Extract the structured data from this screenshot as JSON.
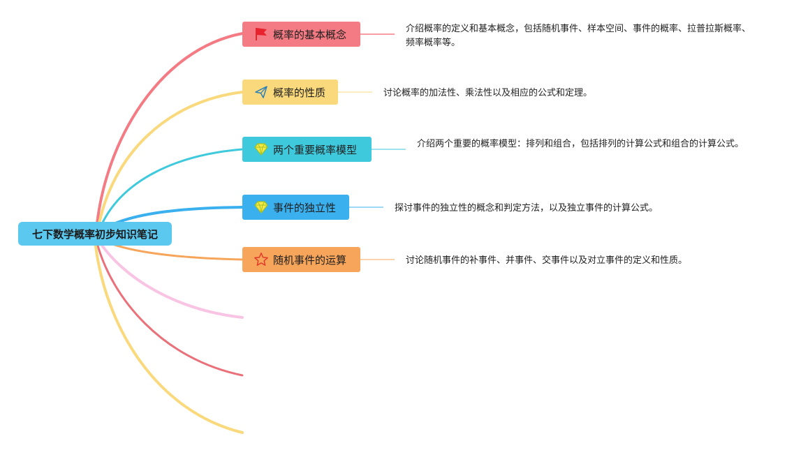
{
  "root": {
    "label": "七下数学概率初步知识笔记",
    "color": "#5bc8f0"
  },
  "topics": [
    {
      "id": "basic",
      "label": "概率的基本概念",
      "icon": "red-flag-icon",
      "color": "#f47b83",
      "description": "介绍概率的定义和基本概念，包括随机事件、样本空间、事件的概率、拉普拉斯概率、频率概率等。"
    },
    {
      "id": "properties",
      "label": "概率的性质",
      "icon": "paper-plane-icon",
      "color": "#f9d97c",
      "description": "讨论概率的加法性、乘法性以及相应的公式和定理。"
    },
    {
      "id": "models",
      "label": "两个重要概率模型",
      "icon": "diamond-icon",
      "color": "#3ec9dc",
      "description": "介绍两个重要的概率模型：排列和组合，包括排列的计算公式和组合的计算公式。"
    },
    {
      "id": "independence",
      "label": "事件的独立性",
      "icon": "diamond-icon",
      "color": "#3bb0ee",
      "description": "探讨事件的独立性的概念和判定方法，以及独立事件的计算公式。"
    },
    {
      "id": "operations",
      "label": "随机事件的运算",
      "icon": "star-icon",
      "color": "#f7a55a",
      "description": "讨论随机事件的补事件、并事件、交事件以及对立事件的定义和性质。"
    }
  ],
  "empty_branch_colors": [
    "#f9c4e3",
    "#ea707a",
    "#f9d97c"
  ]
}
